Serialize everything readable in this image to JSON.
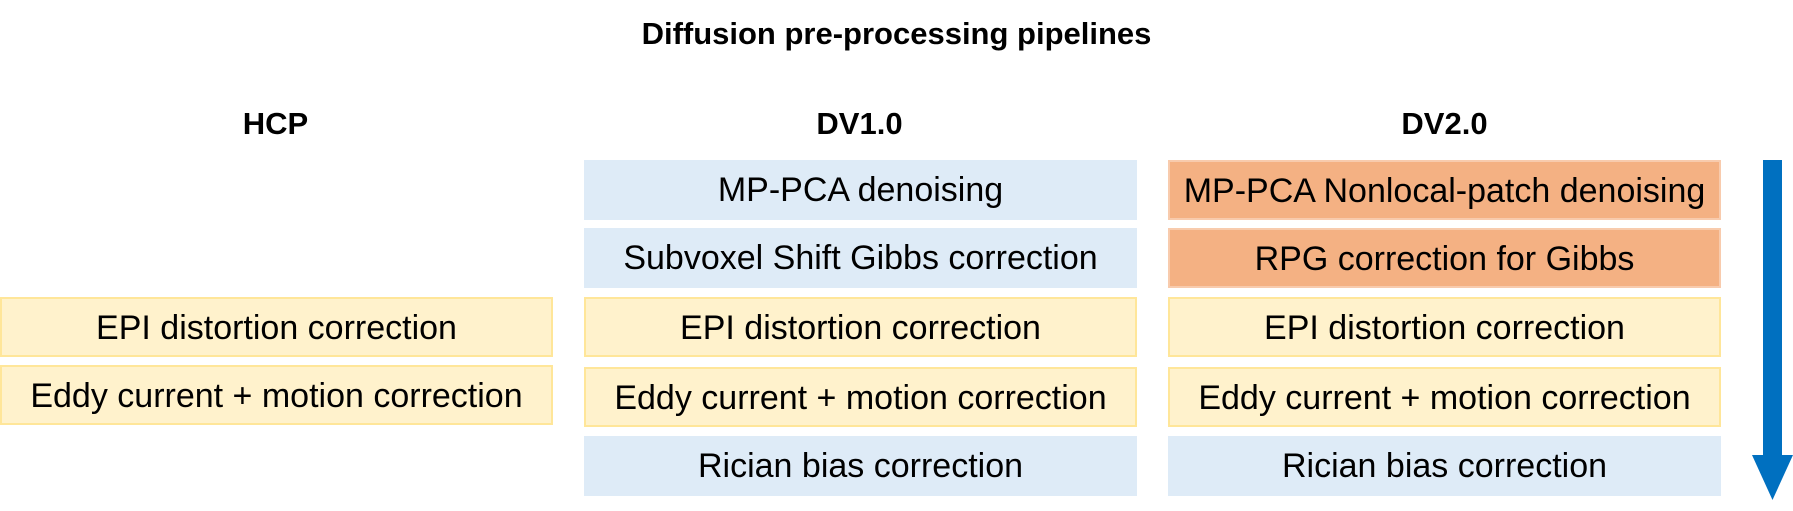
{
  "title": "Diffusion pre-processing pipelines",
  "colors": {
    "blue_step": "#deebf7",
    "yellow_step": "#fff2cc",
    "yellow_border": "#ffe699",
    "orange_step": "#f4b183",
    "orange_border": "#f8cbad",
    "arrow": "#0070c0"
  },
  "columns": [
    {
      "header": "HCP",
      "steps": [
        {
          "label": "EPI distortion correction",
          "color": "yellow"
        },
        {
          "label": "Eddy current + motion correction",
          "color": "yellow"
        }
      ]
    },
    {
      "header": "DV1.0",
      "steps": [
        {
          "label": "MP-PCA denoising",
          "color": "blue"
        },
        {
          "label": "Subvoxel Shift Gibbs correction",
          "color": "blue"
        },
        {
          "label": "EPI distortion correction",
          "color": "yellow"
        },
        {
          "label": "Eddy current + motion correction",
          "color": "yellow"
        },
        {
          "label": "Rician bias correction",
          "color": "blue"
        }
      ]
    },
    {
      "header": "DV2.0",
      "steps": [
        {
          "label": "MP-PCA Nonlocal-patch denoising",
          "color": "orange"
        },
        {
          "label": "RPG correction for Gibbs",
          "color": "orange"
        },
        {
          "label": "EPI distortion correction",
          "color": "yellow"
        },
        {
          "label": "Eddy current + motion correction",
          "color": "yellow"
        },
        {
          "label": "Rician bias correction",
          "color": "blue"
        }
      ]
    }
  ],
  "flow_arrow_icon": "down-arrow-icon"
}
